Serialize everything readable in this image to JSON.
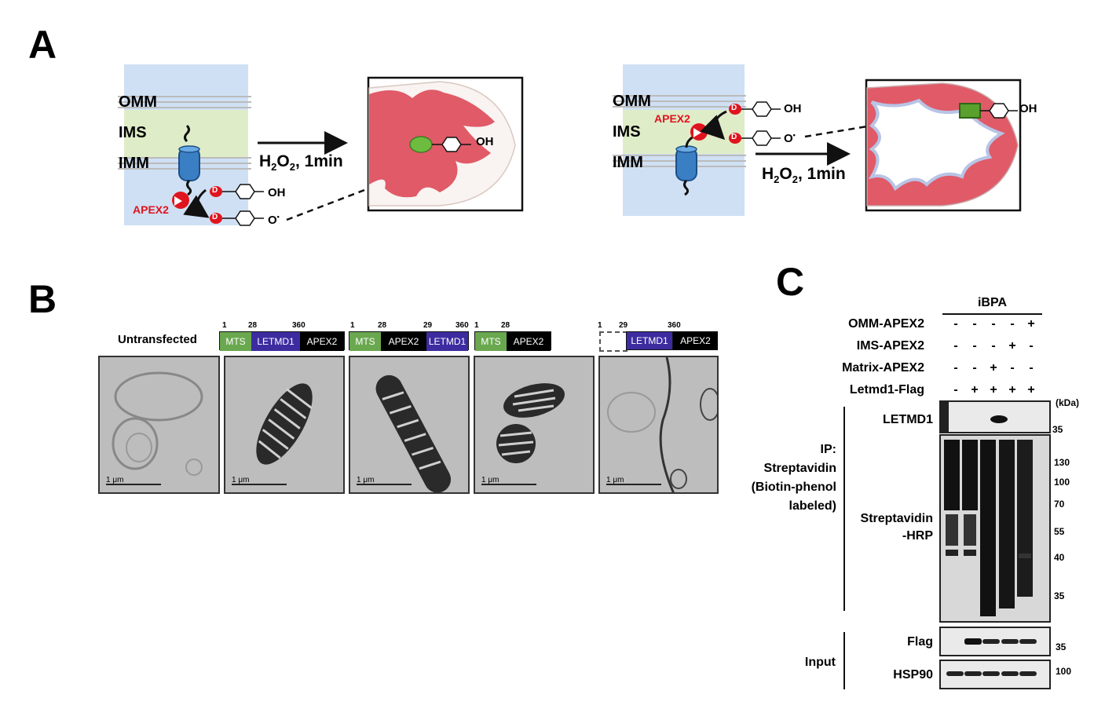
{
  "panels": {
    "a": "A",
    "b": "B",
    "c": "C"
  },
  "panel_a": {
    "left": {
      "membranes": [
        "OMM",
        "IMS",
        "IMM"
      ],
      "enzyme": "APEX2",
      "reagent_h2o2": "H",
      "reagent_sub2": "2",
      "reagent_o": "O",
      "reagent_sub2b": "2",
      "reagent_time": ", 1min",
      "oh": "OH",
      "o_radical": "O",
      "dot": "•",
      "biotin_mark": "D",
      "mito_oh": "OH"
    },
    "right": {
      "membranes": [
        "OMM",
        "IMS",
        "IMM"
      ],
      "enzyme": "APEX2",
      "reagent_h2o2": "H",
      "reagent_sub2": "2",
      "reagent_o": "O",
      "reagent_sub2b": "2",
      "reagent_time": ", 1min",
      "oh": "OH",
      "o_radical": "O",
      "dot": "•",
      "biotin_mark": "D",
      "mito_oh": "OH"
    },
    "colors": {
      "mito": "#e05a68",
      "ims_band": "#dfecc8",
      "cell_band": "#cfe0f4",
      "enzyme": "#e0141e",
      "protein": "#3a7fc4",
      "green": "#6dbb3f"
    }
  },
  "panel_b": {
    "untransfected": "Untransfected",
    "constructs": [
      {
        "nums": [
          "1",
          "28",
          "360"
        ],
        "segs": [
          "MTS",
          "LETMD1",
          "APEX2"
        ]
      },
      {
        "nums": [
          "1",
          "28",
          "29",
          "360"
        ],
        "segs": [
          "MTS",
          "APEX2",
          "LETMD1"
        ]
      },
      {
        "nums": [
          "1",
          "28"
        ],
        "segs": [
          "MTS",
          "APEX2"
        ]
      },
      {
        "nums": [
          "1",
          "29",
          "360"
        ],
        "segs": [
          "",
          "LETMD1",
          "APEX2"
        ]
      }
    ],
    "scale_bar": "1 μm",
    "colors": {
      "mts": "#6aa84f",
      "letmd1": "#3d2ca0",
      "apex2": "#000000"
    }
  },
  "panel_c": {
    "group": "iBPA",
    "conditions": [
      {
        "label": "OMM-APEX2",
        "values": [
          "-",
          "-",
          "-",
          "-",
          "+"
        ]
      },
      {
        "label": "IMS-APEX2",
        "values": [
          "-",
          "-",
          "-",
          "+",
          "-"
        ]
      },
      {
        "label": "Matrix-APEX2",
        "values": [
          "-",
          "-",
          "+",
          "-",
          "-"
        ]
      },
      {
        "label": "Letmd1-Flag",
        "values": [
          "-",
          "+",
          "+",
          "+",
          "+"
        ]
      }
    ],
    "kda_unit": "(kDa)",
    "ip_label": [
      "IP:",
      "Streptavidin",
      "(Biotin-phenol",
      "labeled)"
    ],
    "input_label": "Input",
    "blots": {
      "letmd1": {
        "label": "LETMD1",
        "markers": [
          "35"
        ]
      },
      "strep": {
        "label": [
          "Streptavidin",
          "-HRP"
        ],
        "markers": [
          "130",
          "100",
          "70",
          "55",
          "40",
          "35"
        ]
      },
      "flag": {
        "label": "Flag",
        "markers": [
          "35"
        ]
      },
      "hsp90": {
        "label": "HSP90",
        "markers": [
          "100"
        ]
      }
    }
  }
}
